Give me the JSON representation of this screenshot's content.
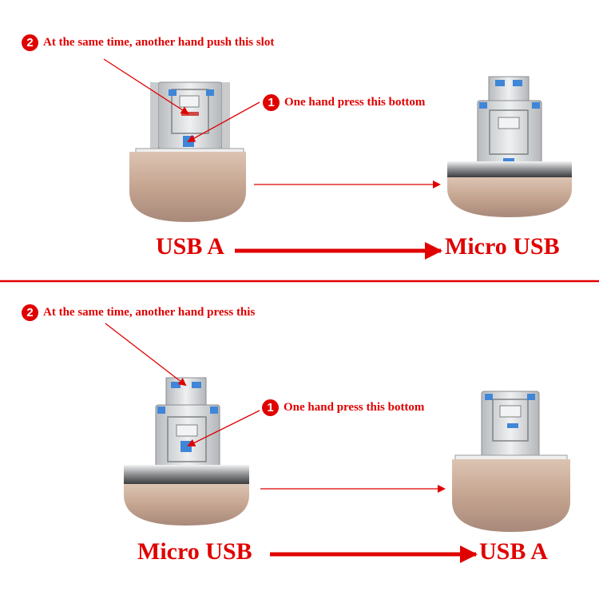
{
  "top": {
    "step2": {
      "num": "2",
      "text": "At the same time, another hand push this slot"
    },
    "step1": {
      "num": "1",
      "text": "One hand press this bottom"
    },
    "from_label": "USB A",
    "to_label": "Micro USB"
  },
  "bottom": {
    "step2": {
      "num": "2",
      "text": "At the same time, another hand press this"
    },
    "step1": {
      "num": "1",
      "text": "One hand press this bottom"
    },
    "from_label": "Micro USB",
    "to_label": "USB A"
  },
  "colors": {
    "accent": "#e00000",
    "body_gold": "#c8a894",
    "metal": "#d7d9db",
    "chip_blue": "#3f86d8"
  }
}
